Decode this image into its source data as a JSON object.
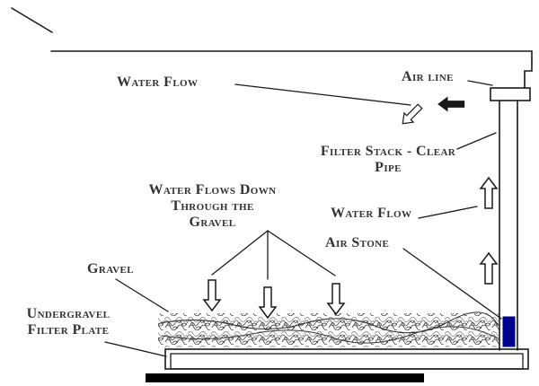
{
  "labels": {
    "water_flow_top": "Water Flow",
    "air_line": "Air line",
    "filter_stack": "Filter Stack - Clear\nPipe",
    "water_flows_down": "Water Flows Down\nThrough the\nGravel",
    "water_flow_pipe": "Water Flow",
    "air_stone": "Air Stone",
    "gravel": "Gravel",
    "undergravel_plate": "Undergravel\nFilter Plate"
  },
  "colors": {
    "line": "#1a1a1a",
    "text": "#333333",
    "air_stone_fill": "#00008b",
    "base_fill": "#000000",
    "background": "#ffffff"
  }
}
